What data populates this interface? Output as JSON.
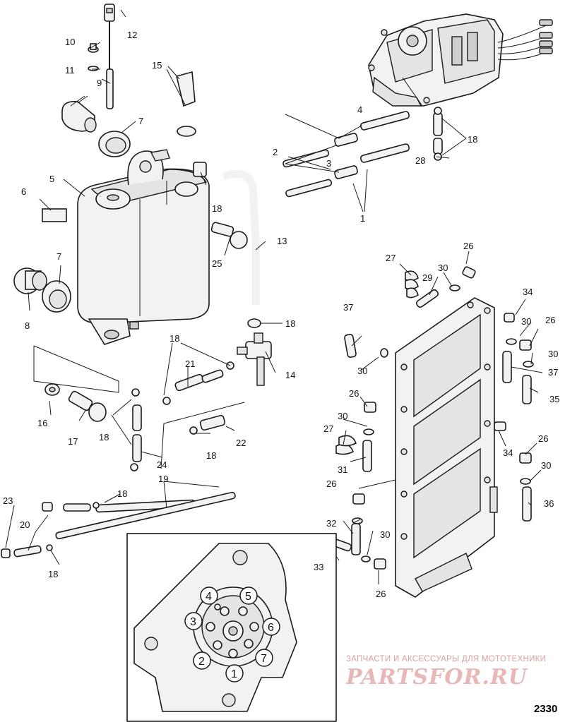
{
  "diagram_id": "2330",
  "watermark": {
    "tagline": "ЗАПЧАСТИ И АКСЕССУАРЫ ДЛЯ МОТОТЕХНИКИ",
    "brand": "PARTSFOR.RU"
  },
  "callouts": {
    "c1": "1",
    "c2": "2",
    "c3": "3",
    "c4": "4",
    "c5": "5",
    "c6": "6",
    "c7a": "7",
    "c7b": "7",
    "c8": "8",
    "c9": "9",
    "c10": "10",
    "c11": "11",
    "c12": "12",
    "c13": "13",
    "c14": "14",
    "c15": "15",
    "c16": "16",
    "c17": "17",
    "c18a": "18",
    "c18b": "18",
    "c18c": "18",
    "c18d": "18",
    "c18e": "18",
    "c18f": "18",
    "c18g": "18",
    "c18h": "18",
    "c19": "19",
    "c20": "20",
    "c21": "21",
    "c22": "22",
    "c23": "23",
    "c24": "24",
    "c25": "25",
    "c26a": "26",
    "c26b": "26",
    "c26c": "26",
    "c26d": "26",
    "c26e": "26",
    "c26f": "26",
    "c27a": "27",
    "c27b": "27",
    "c28": "28",
    "c29": "29",
    "c30a": "30",
    "c30b": "30",
    "c30c": "30",
    "c30d": "30",
    "c30e": "30",
    "c30f": "30",
    "c30g": "30",
    "c31": "31",
    "c32": "32",
    "c33": "33",
    "c34a": "34",
    "c34b": "34",
    "c35": "35",
    "c36": "36",
    "c37a": "37",
    "c37b": "37"
  },
  "inset_callouts": [
    "1",
    "2",
    "3",
    "4",
    "5",
    "6",
    "7"
  ]
}
